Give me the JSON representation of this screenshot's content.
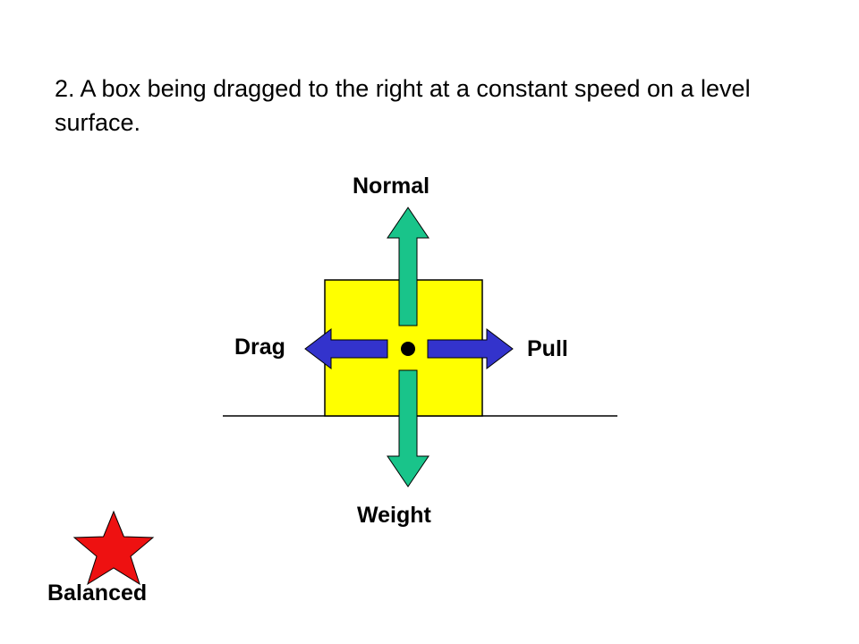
{
  "question": {
    "text": "2.  A box being dragged to the right at a constant speed on a level surface."
  },
  "forces": {
    "normal_label": "Normal",
    "weight_label": "Weight",
    "drag_label": "Drag",
    "pull_label": "Pull"
  },
  "result": {
    "label": "Balanced"
  },
  "colors": {
    "box_fill": "#ffff00",
    "vertical_arrow": "#19c48a",
    "horizontal_arrow": "#3333cc",
    "star": "#ee1111"
  }
}
